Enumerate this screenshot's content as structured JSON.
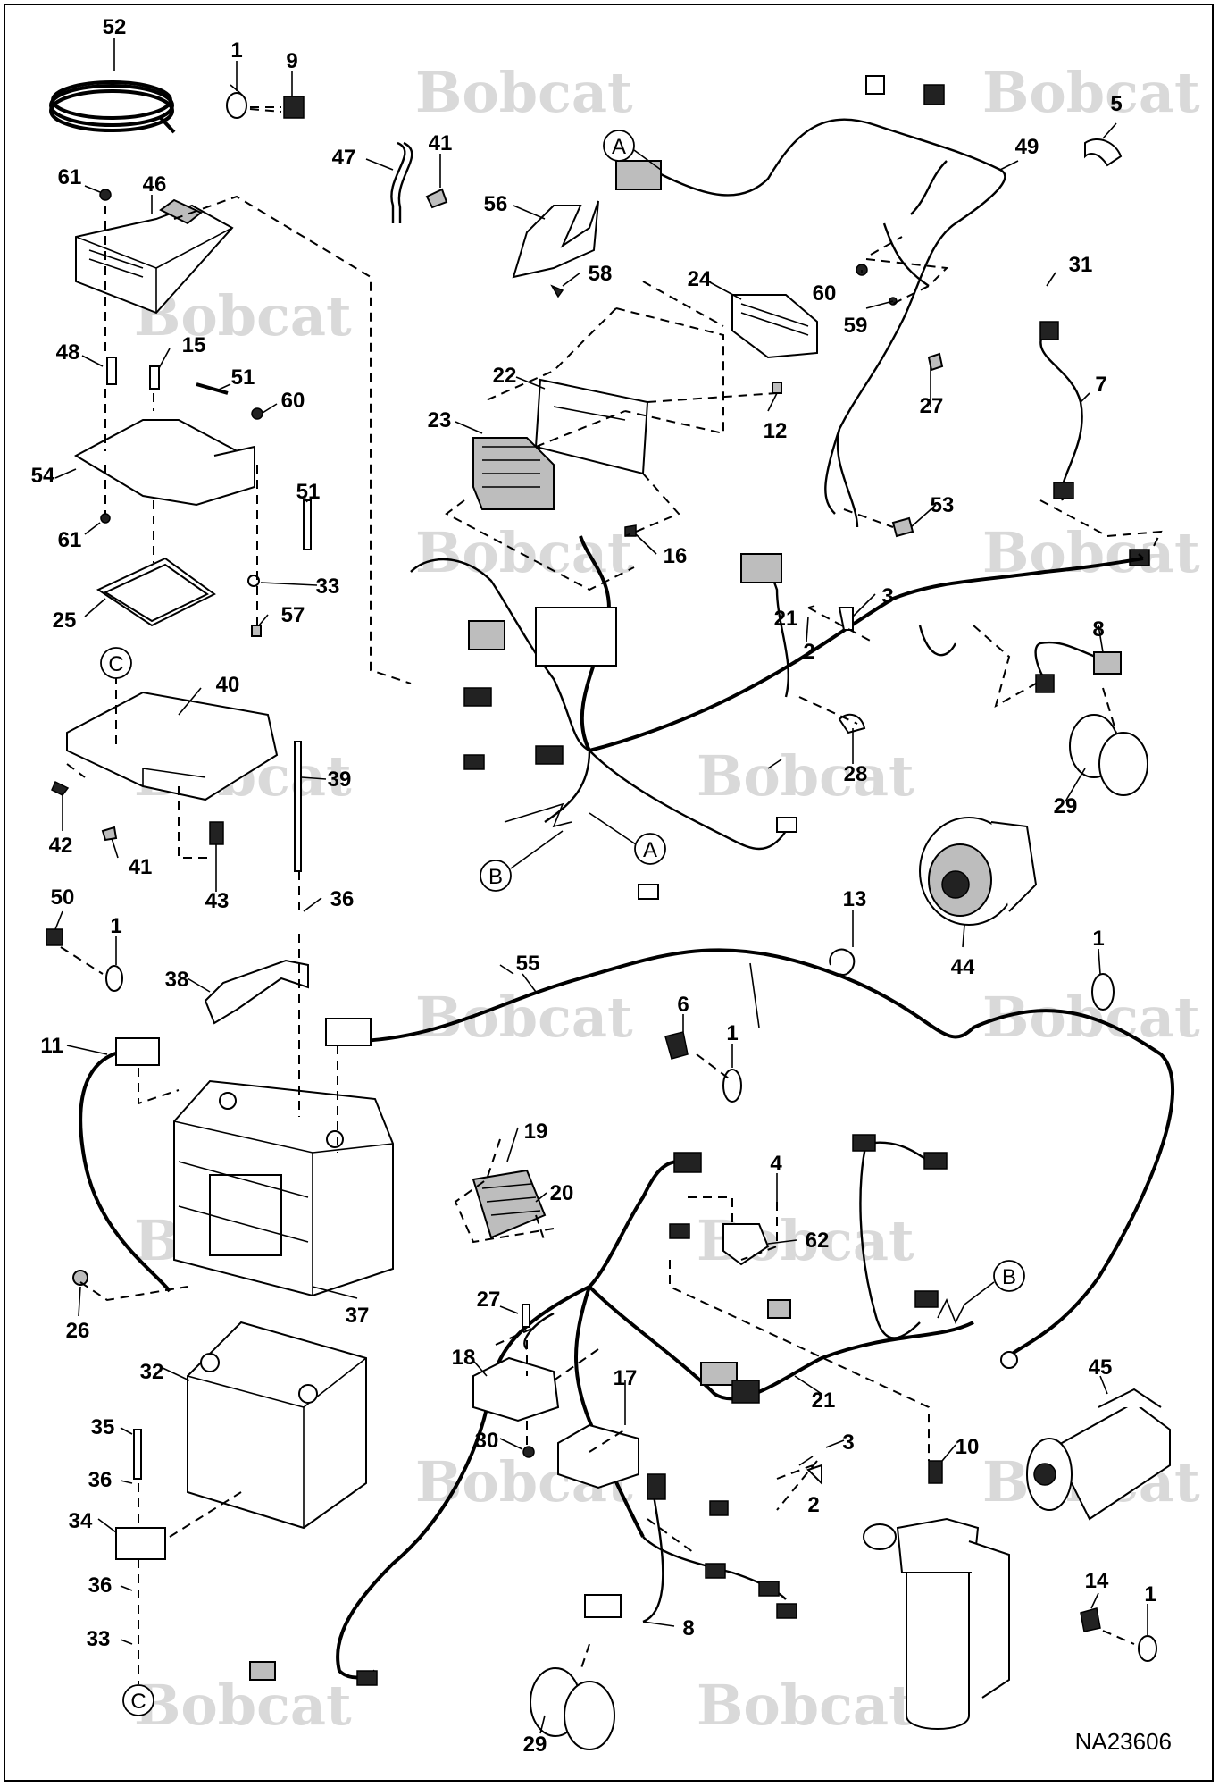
{
  "drawing_code": "NA23606",
  "watermark_text": "Bobcat",
  "part_numbers": [
    "1",
    "2",
    "3",
    "4",
    "5",
    "6",
    "7",
    "8",
    "9",
    "10",
    "11",
    "12",
    "13",
    "14",
    "15",
    "16",
    "17",
    "18",
    "19",
    "20",
    "21",
    "22",
    "23",
    "24",
    "25",
    "26",
    "27",
    "28",
    "29",
    "30",
    "31",
    "32",
    "33",
    "34",
    "35",
    "36",
    "37",
    "38",
    "39",
    "40",
    "41",
    "42",
    "43",
    "44",
    "45",
    "46",
    "47",
    "48",
    "49",
    "50",
    "51",
    "52",
    "53",
    "54",
    "55",
    "56",
    "57",
    "58",
    "59",
    "60",
    "61",
    "62"
  ],
  "reference_letters": [
    "A",
    "B",
    "C"
  ],
  "colors": {
    "line": "#000000",
    "watermark": "#d9d9d9",
    "background": "#ffffff"
  }
}
